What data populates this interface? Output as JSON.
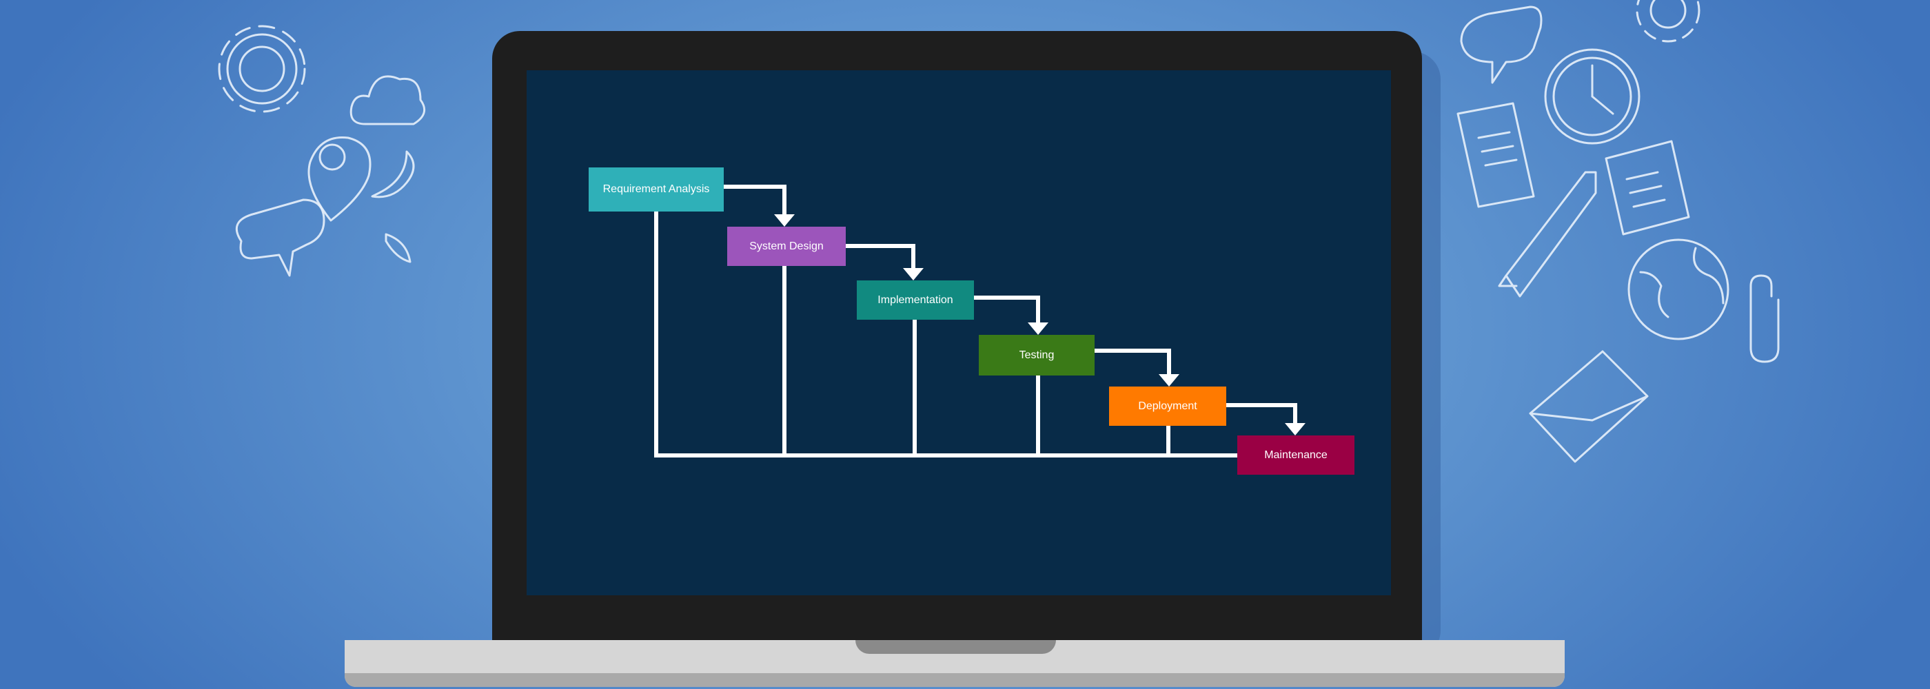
{
  "diagram": {
    "steps": [
      {
        "label": "Requirement Analysis",
        "color": "#2fb0b8"
      },
      {
        "label": "System Design",
        "color": "#9c55bb"
      },
      {
        "label": "Implementation",
        "color": "#118a80"
      },
      {
        "label": "Testing",
        "color": "#3a7a17"
      },
      {
        "label": "Deployment",
        "color": "#ff7a00"
      },
      {
        "label": "Maintenance",
        "color": "#9a0044"
      }
    ]
  },
  "decorations": [
    "gear-icon",
    "cloud-icon",
    "location-pin-icon",
    "speech-bubble-icon",
    "quote-icon",
    "clock-icon",
    "document-icon",
    "pencil-icon",
    "globe-icon",
    "paperclip-icon",
    "envelope-icon"
  ]
}
